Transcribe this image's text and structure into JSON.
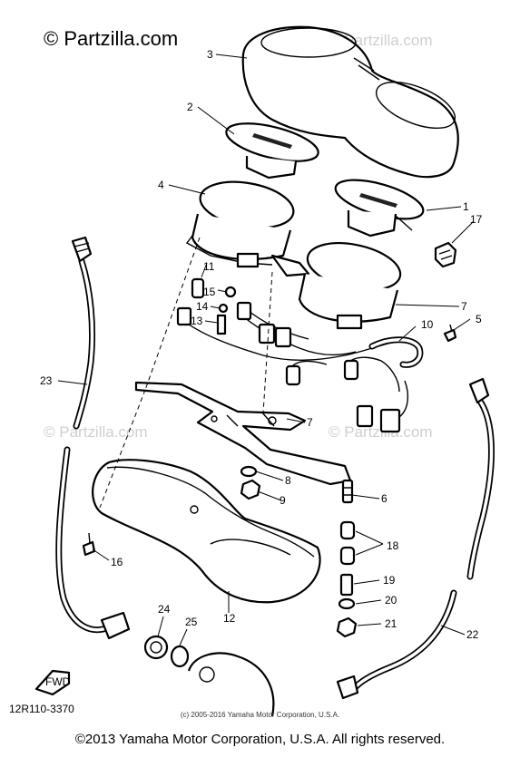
{
  "watermark": {
    "main": "© Partzilla.com",
    "repeat": "© Partzilla.com"
  },
  "diagram_code": "12R110-3370",
  "arrow_label": "FWD",
  "callouts": [
    {
      "id": "c1",
      "text": "1"
    },
    {
      "id": "c2",
      "text": "2"
    },
    {
      "id": "c3",
      "text": "3"
    },
    {
      "id": "c4",
      "text": "4"
    },
    {
      "id": "c5",
      "text": "5"
    },
    {
      "id": "c6",
      "text": "6"
    },
    {
      "id": "c7",
      "text": "7"
    },
    {
      "id": "c7b",
      "text": "7"
    },
    {
      "id": "c8",
      "text": "8"
    },
    {
      "id": "c9",
      "text": "9"
    },
    {
      "id": "c10",
      "text": "10"
    },
    {
      "id": "c11",
      "text": "11"
    },
    {
      "id": "c12",
      "text": "12"
    },
    {
      "id": "c13",
      "text": "13"
    },
    {
      "id": "c14",
      "text": "14"
    },
    {
      "id": "c15",
      "text": "15"
    },
    {
      "id": "c16",
      "text": "16"
    },
    {
      "id": "c17",
      "text": "17"
    },
    {
      "id": "c18",
      "text": "18"
    },
    {
      "id": "c19",
      "text": "19"
    },
    {
      "id": "c20",
      "text": "20"
    },
    {
      "id": "c21",
      "text": "21"
    },
    {
      "id": "c22",
      "text": "22"
    },
    {
      "id": "c23",
      "text": "23"
    },
    {
      "id": "c24",
      "text": "24"
    },
    {
      "id": "c25",
      "text": "25"
    }
  ],
  "small_copyright": "(c) 2005-2016 Yamaha Motor Corporation, U.S.A.",
  "footer": "©2013 Yamaha Motor Corporation, U.S.A. All rights reserved."
}
